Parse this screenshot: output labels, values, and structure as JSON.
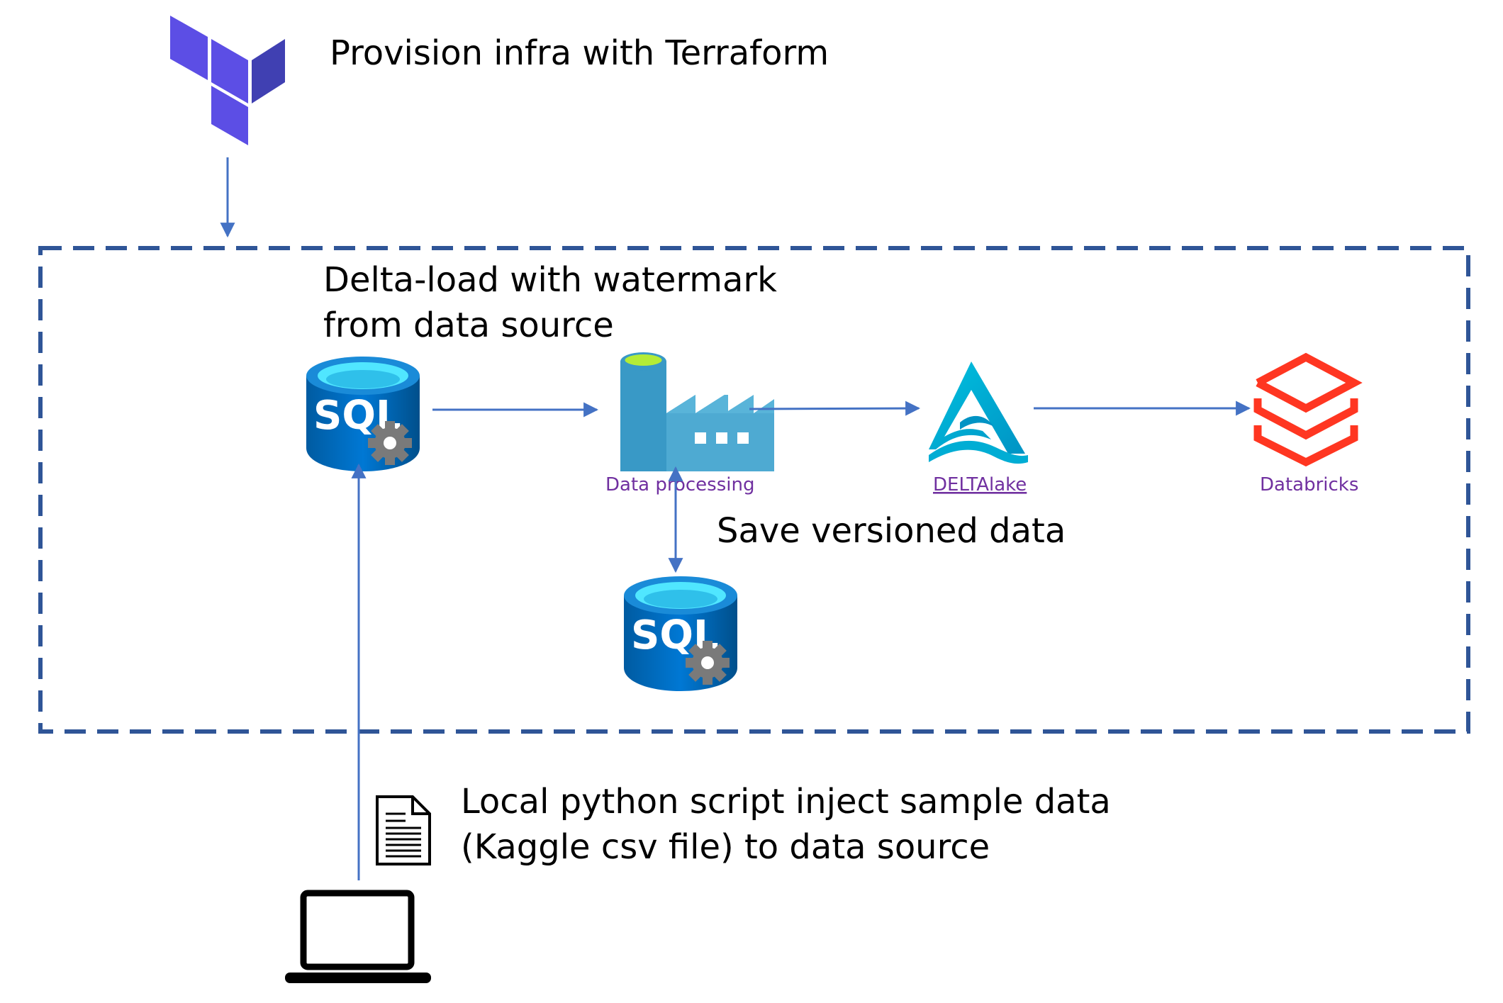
{
  "labels": {
    "terraform": "Provision infra with Terraform",
    "delta_load_line1": "Delta-load with watermark",
    "delta_load_line2": "from data source",
    "data_processing": "Data processing",
    "delta_lake": "DELTAlake",
    "databricks": "Databricks",
    "save_versioned": "Save versioned data",
    "local_script_line1": "Local python script inject sample data",
    "local_script_line2": "(Kaggle csv file) to data source",
    "sql": "SQL"
  },
  "colors": {
    "terraform_purple": "#5C4EE5",
    "terraform_purple_dark": "#4040B2",
    "boundary_dashed": "#2F5597",
    "arrow": "#4472C4",
    "sql_blue": "#0078D4",
    "sql_blue_dark": "#004F8B",
    "sql_top": "#50E6FF",
    "gear_gray": "#7A7A7A",
    "factory_blue": "#3999C6",
    "factory_light": "#59B4D9",
    "factory_top": "#B4EC36",
    "delta_cyan": "#00ADD4",
    "databricks_red": "#FF3621",
    "service_label": "#7030A0",
    "text": "#000000"
  },
  "icons": [
    "terraform-logo-icon",
    "sql-database-icon",
    "data-factory-icon",
    "delta-lake-icon",
    "databricks-logo-icon",
    "document-icon",
    "laptop-icon"
  ]
}
